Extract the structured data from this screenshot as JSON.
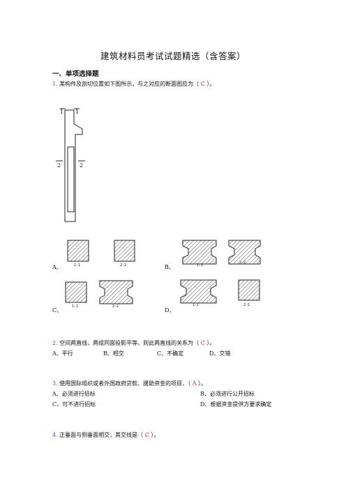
{
  "title": "建筑材料员考试试题精选（含答案）",
  "section": "一、单项选择题",
  "q1": {
    "num": "1.",
    "text_before": " 某构件及剖切位置如下图所示，与之对应的断面图应为（  ",
    "answer": "C",
    "text_after": "  ）。",
    "diagram_labels": {
      "cut1": "1",
      "cut2": "2"
    },
    "options": [
      "A、",
      "B、",
      "C、",
      "D、"
    ],
    "sections": {
      "s11": "1-1",
      "s22": "2-2"
    }
  },
  "q2": {
    "num": "2.",
    "text_before": " 空间两直线，两组同面投影平等，则此两直线的关系为（  ",
    "answer": "C",
    "text_after": "  ）。",
    "options": [
      "A、平行",
      "B、相交",
      "C、不确定",
      "D、交错"
    ]
  },
  "q3": {
    "num": "3.",
    "text_before": " 使用国际组织或者外国政府贷款、援助资金的项目，（  ",
    "answer": "A",
    "text_after": "  ）。",
    "options": [
      "A、必须进行招标",
      "B、必须进行公开招标",
      "C、可不进行招标",
      "D、根据资金提供方要求确定"
    ]
  },
  "q4": {
    "num": "4.",
    "text_before": " 正垂面与侧垂面相交，其交线是（  ",
    "answer": "C",
    "text_after": "  ）。"
  }
}
